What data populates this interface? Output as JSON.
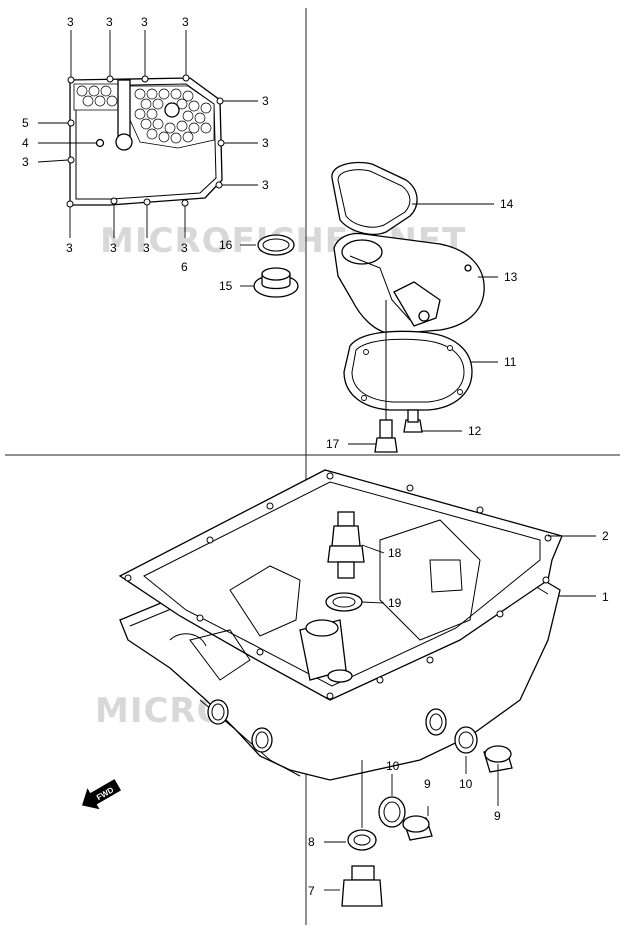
{
  "watermark": "MICROFICHES.NET",
  "fwd_label": "FWD",
  "gasket_callouts": {
    "top": [
      "3",
      "3",
      "3",
      "3"
    ],
    "left": [
      "5",
      "4",
      "3"
    ],
    "right": [
      "3",
      "3",
      "3"
    ],
    "bottom": [
      "3",
      "3",
      "3",
      "3"
    ],
    "bottom_extra": "6"
  },
  "callouts": {
    "p1": "1",
    "p2": "2",
    "p7": "7",
    "p8": "8",
    "p9a": "9",
    "p9b": "9",
    "p10a": "10",
    "p10b": "10",
    "p11": "11",
    "p12": "12",
    "p13": "13",
    "p14": "14",
    "p15": "15",
    "p16": "16",
    "p17": "17",
    "p18": "18",
    "p19": "19"
  }
}
